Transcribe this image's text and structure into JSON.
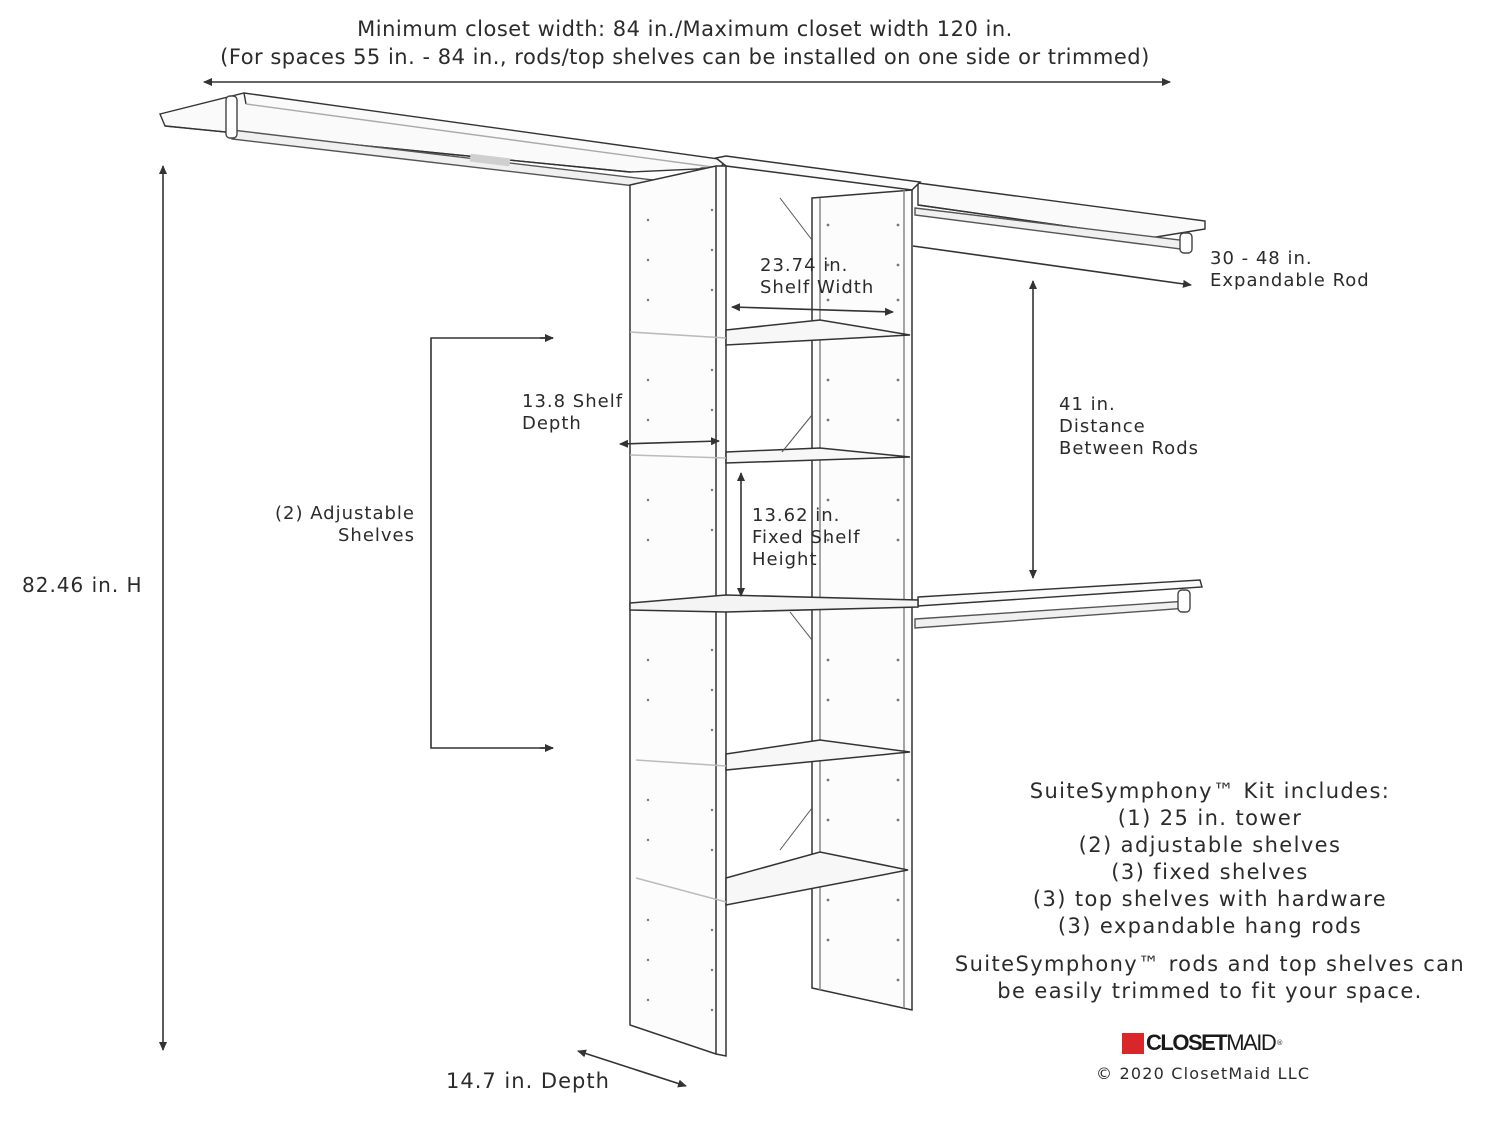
{
  "header": {
    "line1": "Minimum closet width: 84 in./Maximum closet width 120 in.",
    "line2": "(For spaces 55 in. - 84 in., rods/top shelves can be installed on one side or trimmed)"
  },
  "dimensions": {
    "height": "82.46 in. H",
    "depth": "14.7 in. Depth",
    "shelf_width_value": "23.74 in.",
    "shelf_width_label": "Shelf Width",
    "shelf_depth_value": "13.8 Shelf",
    "shelf_depth_label": "Depth",
    "fixed_shelf_value": "13.62 in.",
    "fixed_shelf_label1": "Fixed Shelf",
    "fixed_shelf_label2": "Height",
    "adjustable_line1": "(2) Adjustable",
    "adjustable_line2": "Shelves",
    "rod_value": "30 - 48 in.",
    "rod_label": "Expandable Rod",
    "rod_distance_value": "41 in.",
    "rod_distance_label1": "Distance",
    "rod_distance_label2": "Between Rods"
  },
  "kit": {
    "title": "SuiteSymphony™ Kit includes:",
    "items": [
      "(1) 25 in. tower",
      "(2) adjustable shelves",
      "(3) fixed shelves",
      "(3) top shelves with hardware",
      "(3) expandable hang rods"
    ],
    "note_line1": "SuiteSymphony™ rods and top shelves can",
    "note_line2": "be easily trimmed to fit your space."
  },
  "brand": {
    "logo_bold": "CLOSET",
    "logo_light": "MAID",
    "logo_mark": "®",
    "logo_color": "#d9262b",
    "copyright": "© 2020 ClosetMaid LLC"
  }
}
